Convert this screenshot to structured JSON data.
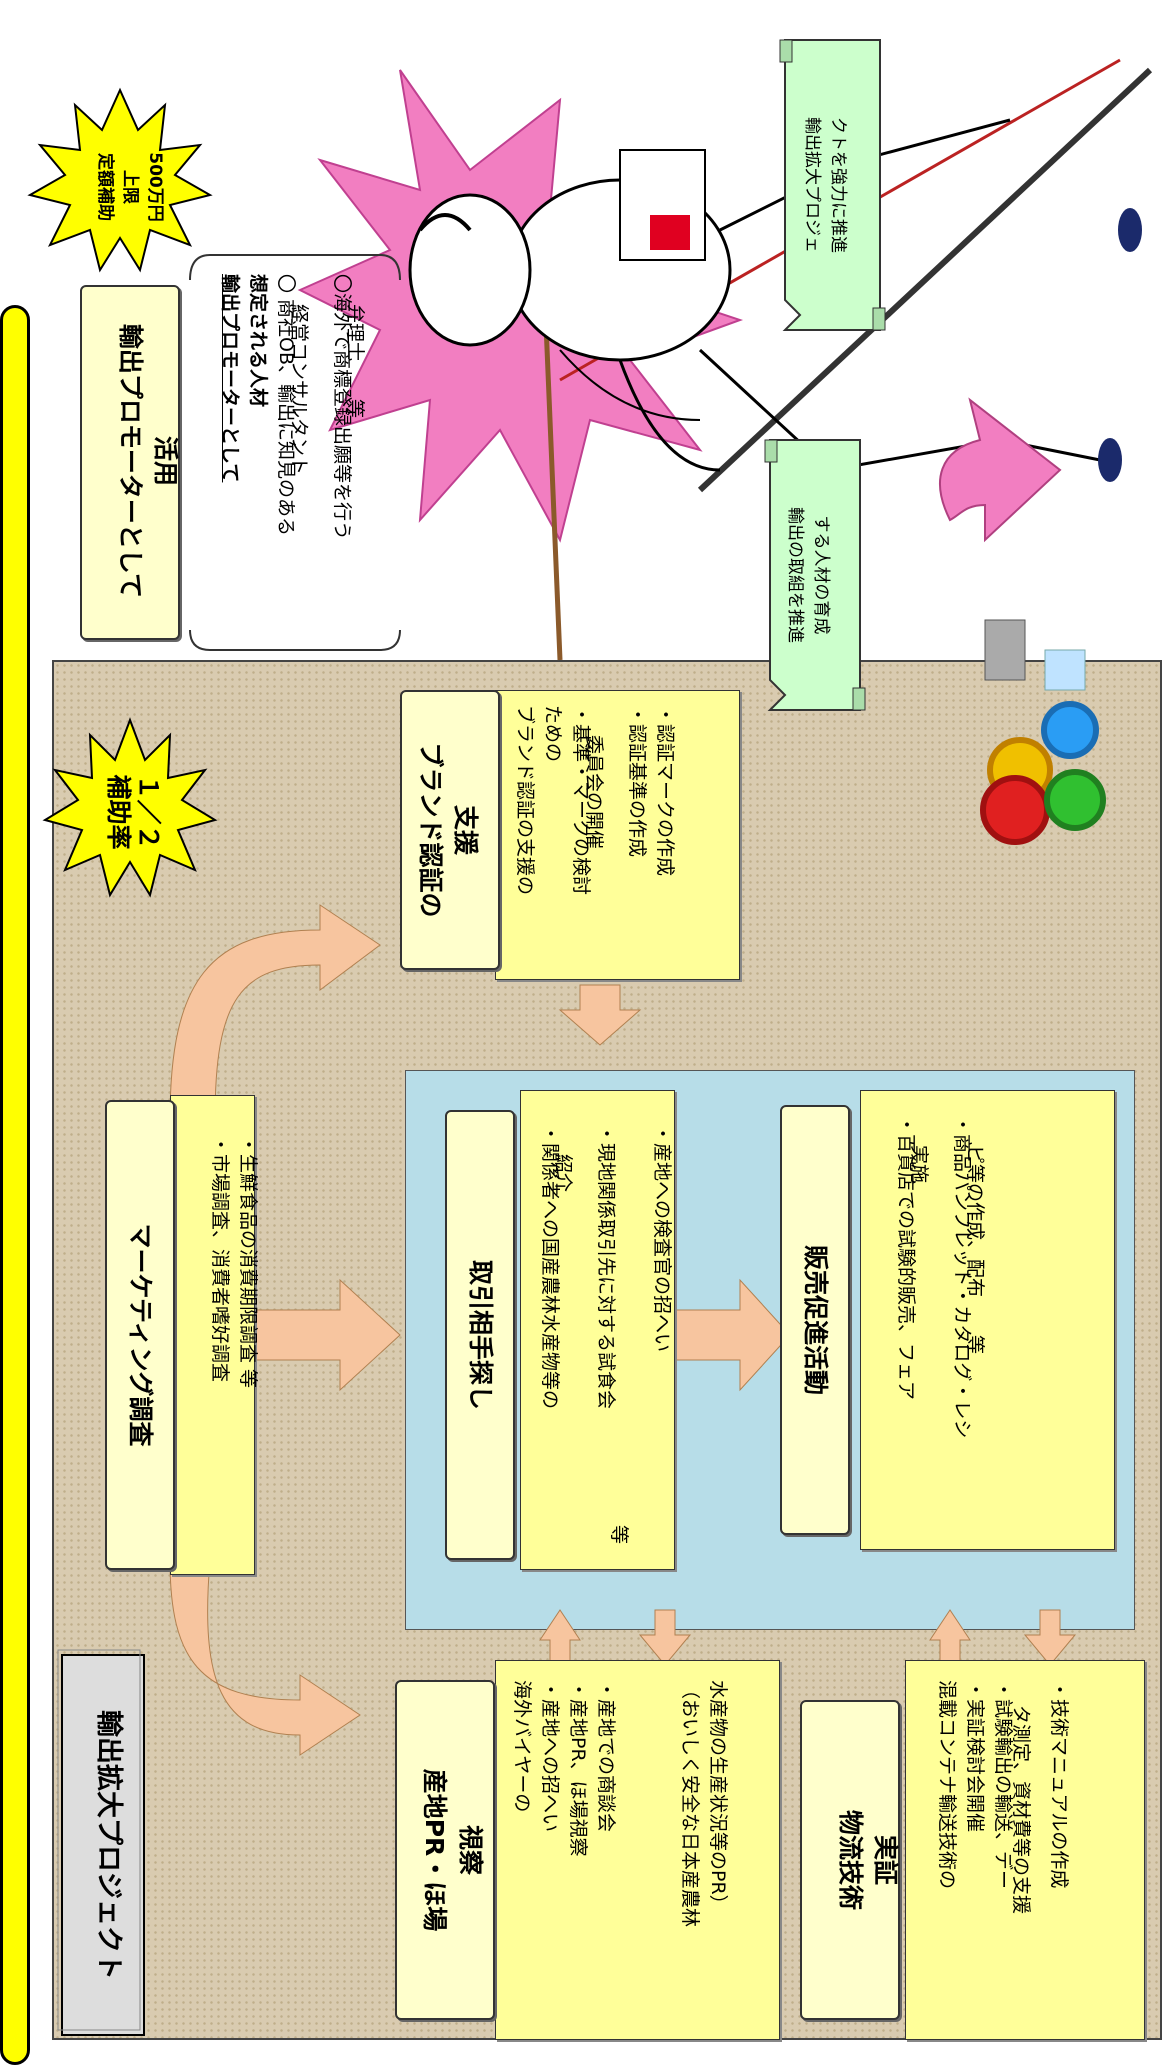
{
  "project_title": "輸出拡大プロジェクト",
  "subsidy_rate_badge": {
    "line1": "補助率",
    "line2": "１／２"
  },
  "fixed_subsidy_badge": {
    "line1": "定額補助",
    "line2": "上限",
    "line3": "500万円"
  },
  "promoter": {
    "title_line1": "輸出プロモーターとして",
    "title_line2": "活用",
    "candidates_heading_line1": "輸出プロモーターとして",
    "candidates_heading_line2": "想定される人材",
    "candidate1_line1": "〇 商社OB、輸出に知見のある",
    "candidate1_line2": "経営コンサルタント",
    "candidate2_line1": "〇海外で商標登録出願等を行う",
    "candidate2_line2": "弁理士　　等"
  },
  "banners": {
    "promote_line1": "輸出拡大プロジェ",
    "promote_line2": "クトを強力に推進",
    "training_line1": "輸出の取組を推進",
    "training_line2": "する人材の育成"
  },
  "marketing": {
    "heading": "マーケティング調査",
    "item1": "・市場調査、消費者嗜好調査",
    "item2": "・生鮮食品の消費期限調査 等"
  },
  "brand": {
    "heading_line1": "ブランド認証の",
    "heading_line2": "支援",
    "item0_line1": "ブランド認証の支援の",
    "item0_line2": "ための",
    "item1_line1": "・基準・マークの検討",
    "item1_line2": "委員会の開催",
    "item2": "・認証基準の作成",
    "item3": "・認証マークの作成"
  },
  "partner": {
    "heading": "取引相手探し",
    "item1_line1": "・関係者への国産農林水産物等の",
    "item1_line2": "紹介",
    "item2_line1": "・現地関係取引先に対する試食会",
    "item2_line2": "等",
    "item3": "・産地への検査官の招へい"
  },
  "sales": {
    "heading": "販売促進活動",
    "item1_line1": "・百貨店での試験的販売、フェア",
    "item1_line2": "実施",
    "item2_line1": "・商品パンフレット・カタログ・レシ",
    "item2_line2": "ピ等の作成、配布　　等"
  },
  "pr": {
    "heading_line1": "産地PR・ほ場",
    "heading_line2": "視察",
    "item0": "海外バイヤーの",
    "item1": "・産地への招へい",
    "item2": "・産地PR、ほ場視察",
    "item3": "・産地での商談会",
    "note_line1": "（おいしく安全な日本産農林",
    "note_line2": "水産物の生産状況等のPR）"
  },
  "logistics": {
    "heading_line1": "物流技術",
    "heading_line2": "実証",
    "item0": "混載コンテナ輸送技術の",
    "item1": "・実証検討会開催",
    "item2_line1": "・試験輸出の輸送、デー",
    "item2_line2": "タ測定、資材費等の支援",
    "item3": "・技術マニュアルの作成"
  },
  "colors": {
    "frame_yellow": "#ffff00",
    "note_yellow": "#ffff99",
    "panel_blue": "#b7dde8",
    "arrow_orange": "#f7c59f",
    "burst_pink": "#f27ec1",
    "banner_green": "#ccffcc"
  },
  "icons": [
    "climber-illustration",
    "gears-people-icon",
    "pink-arrow-icon"
  ]
}
